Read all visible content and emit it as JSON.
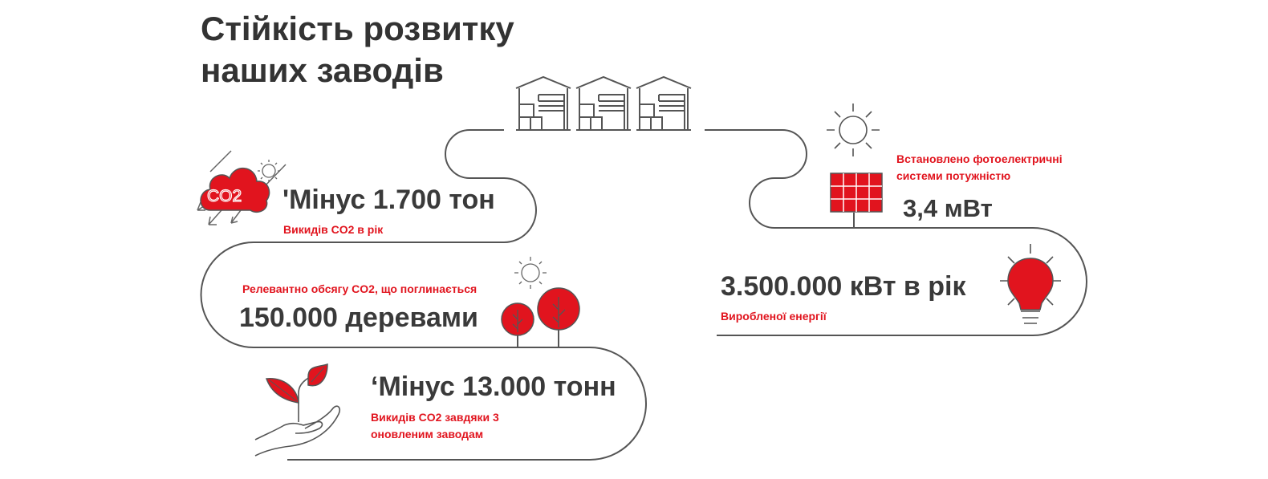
{
  "title_line1": "Стійкість розвитку",
  "title_line2": "наших заводів",
  "stat1": {
    "value": "'Мінус 1.700 тон",
    "label": "Викидів CO2 в рік",
    "icon": "co2-cloud-icon"
  },
  "stat2": {
    "label": "Релевантно обсягу CO2, що поглинається",
    "value": "150.000 деревами",
    "icon": "trees-icon"
  },
  "stat3": {
    "value": "‘Мінус 13.000 тонн",
    "label_line1": "Викидів CO2 завдяки 3",
    "label_line2": "оновленим заводам",
    "icon": "plant-in-hand-icon"
  },
  "stat4": {
    "label_line1": "Встановлено фотоелектричні",
    "label_line2": "системи потужністю",
    "value": "3,4 мВт",
    "icon": "solar-panel-icon"
  },
  "stat5": {
    "value": "3.500.000 кВт в рік",
    "label": "Виробленої енергії",
    "icon": "light-bulb-icon"
  },
  "co2_text": "CO2",
  "colors": {
    "accent": "#e1141e",
    "text": "#3a3a3a",
    "line": "#555555"
  }
}
